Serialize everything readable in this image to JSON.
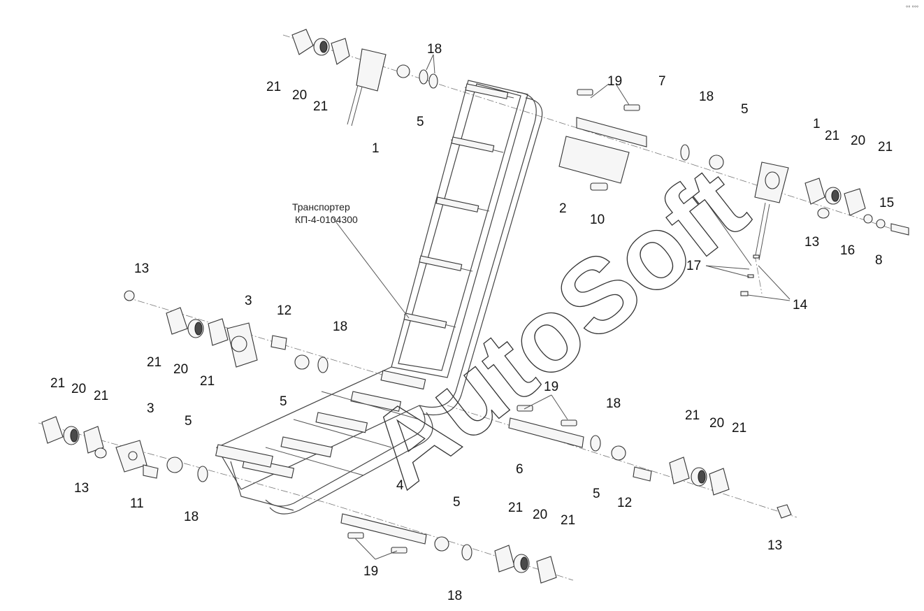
{
  "title": {
    "line1": "Транспортер",
    "line2": "КП-4-0104300"
  },
  "watermark": "AutoSoft",
  "corner_mark": "°° °°°",
  "part_labels": [
    "1",
    "2",
    "3",
    "4",
    "5",
    "6",
    "7",
    "8",
    "10",
    "11",
    "12",
    "13",
    "14",
    "15",
    "16",
    "17",
    "18",
    "19",
    "20",
    "21"
  ]
}
